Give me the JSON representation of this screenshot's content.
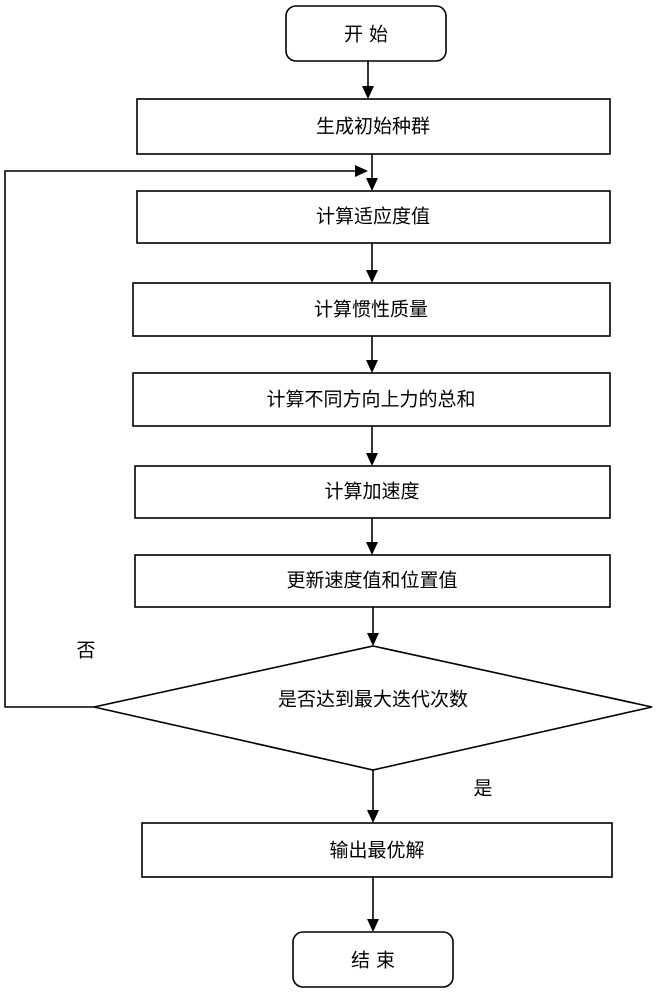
{
  "flowchart": {
    "start": "开 始",
    "steps": [
      "生成初始种群",
      "计算适应度值",
      "计算惯性质量",
      "计算不同方向上力的总和",
      "计算加速度",
      "更新速度值和位置值"
    ],
    "decision": "是否达到最大迭代次数",
    "no_label": "否",
    "yes_label": "是",
    "output": "输出最优解",
    "end": "结 束"
  }
}
